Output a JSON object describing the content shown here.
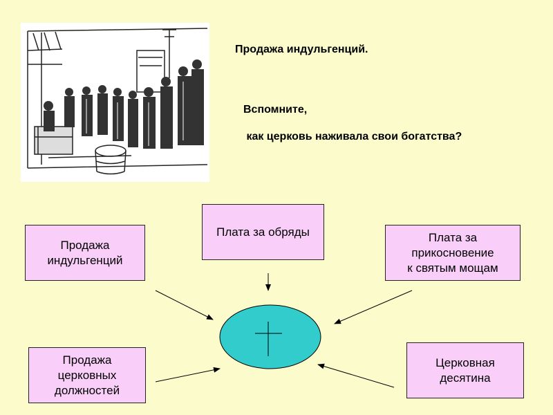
{
  "caption": "Продажа индульгенций.",
  "question_line1": "Вспомните,",
  "question_line2": " как церковь наживала свои богатства?",
  "center_symbol": "cross-symbol",
  "boxes": {
    "indulgences": "Продажа\nиндульгенций",
    "rites": "Плата за обряды",
    "relics": "Плата за\nприкосновение\nк святым мощам",
    "offices": "Продажа\nцерковных\nдолжностей",
    "tithe": "Церковная\nдесятина"
  },
  "colors": {
    "background": "#fbfbcb",
    "box_fill": "#f9cff9",
    "center_fill": "#33cccc"
  }
}
